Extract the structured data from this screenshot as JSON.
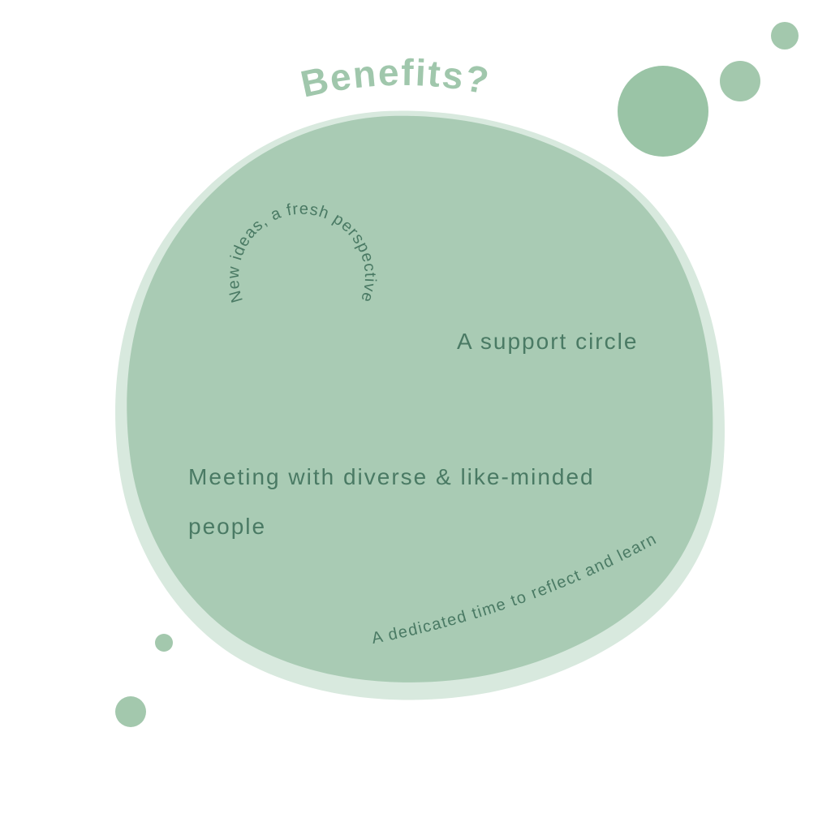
{
  "page": {
    "title": "Benefits?"
  },
  "colors": {
    "background": "#ffffff",
    "blob": "#a9cbb4",
    "blob_halo": "#d8e9de",
    "dot_large": "#9ac4a6",
    "dot_small": "#a3c8ad",
    "title_text": "#a0c7ac",
    "body_text": "#4a7a64"
  },
  "benefits": {
    "curved_circle_text": "New ideas, a fresh perspective",
    "support_text": "A support circle",
    "meeting_lines": [
      "Meeting with diverse & like-minded",
      "people"
    ],
    "bottom_curved_text": "A dedicated time to reflect and learn"
  }
}
